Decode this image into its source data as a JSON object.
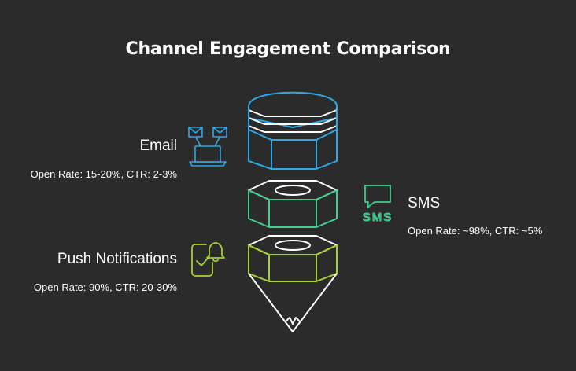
{
  "title": "Channel Engagement Comparison",
  "channels": [
    {
      "name": "Email",
      "stats": "Open Rate: 15-20%, CTR: 2-3%",
      "color": "#2ea8e6",
      "icon": "laptop-email-icon"
    },
    {
      "name": "SMS",
      "stats": "Open Rate: ~98%, CTR: ~5%",
      "color": "#3fcf8e",
      "icon": "chat-bubble-icon",
      "icon_text": "SMS"
    },
    {
      "name": "Push Notifications",
      "stats": "Open Rate: 90%, CTR: 20-30%",
      "color": "#a4d233",
      "icon": "phone-bell-icon"
    }
  ],
  "colors": {
    "background": "#2b2b2b",
    "outline_white": "#ffffff"
  }
}
